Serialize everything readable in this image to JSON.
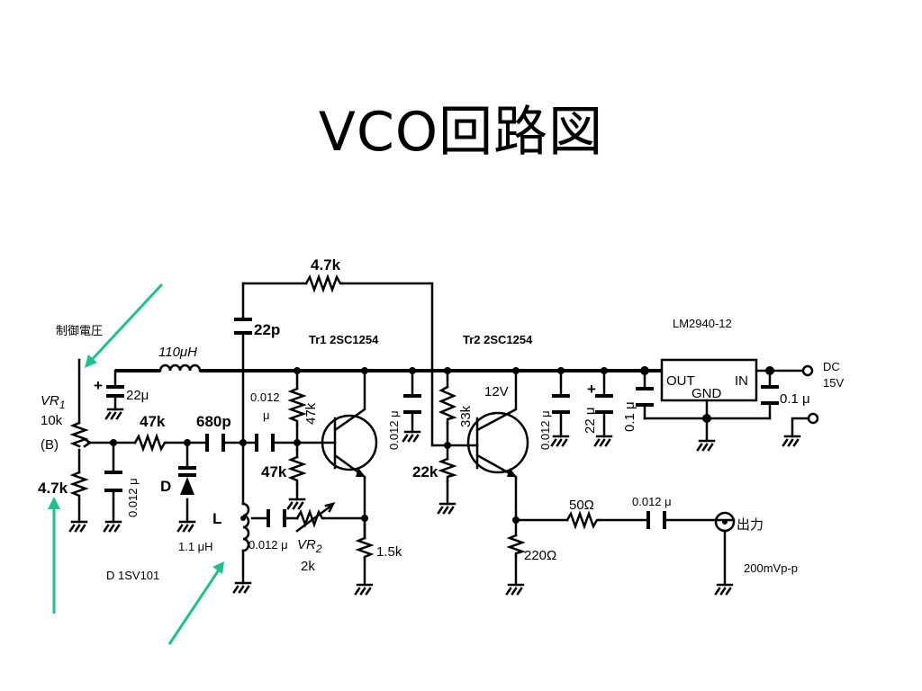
{
  "title": "VCO回路図",
  "labels": {
    "control_voltage": "制御電圧",
    "vr1": "VR",
    "vr1_sub": "1",
    "vr1_value": "10k",
    "vr1_b": "(B)",
    "r_4_7k_bottom": "4.7k",
    "c_22u_left": "22μ",
    "l_110uh": "110μH",
    "r_47k": "47k",
    "c_680p": "680p",
    "diode": "D",
    "diode_part": "D 1SV101",
    "c_0012_left": "0.012 μ",
    "c_22p": "22p",
    "r_4_7k_top": "4.7k",
    "tr1": "Tr1 2SC1254",
    "c_0012_mid": "0.012",
    "c_0012_mid_u": "μ",
    "r_47k_vert": "47k",
    "r_47k_lower": "47k",
    "inductor_l": "L",
    "inductor_value": "1.1 μH",
    "c_0012_vr2": "0.012 μ",
    "vr2": "VR",
    "vr2_sub": "2",
    "vr2_value": "2k",
    "r_1_5k": "1.5k",
    "c_0012_tr1": "0.012 μ",
    "tr2": "Tr2 2SC1254",
    "r_33k": "33k",
    "v_12v": "12V",
    "r_22k": "22k",
    "c_0012_tr2": "0.012 μ",
    "c_22u_right": "22 μ",
    "c_01u_right": "0.1 μ",
    "regulator": "LM2940-12",
    "reg_out": "OUT",
    "reg_gnd": "GND",
    "reg_in": "IN",
    "c_01u_in": "0.1 μ",
    "dc": "DC",
    "dc_v": "15V",
    "r_50": "50Ω",
    "c_0012_out": "0.012 μ",
    "output": "出力",
    "r_220": "220Ω",
    "output_level": "200mVp-p"
  },
  "colors": {
    "arrow": "#1fbf8f",
    "ink": "#000000",
    "background": "#ffffff"
  }
}
